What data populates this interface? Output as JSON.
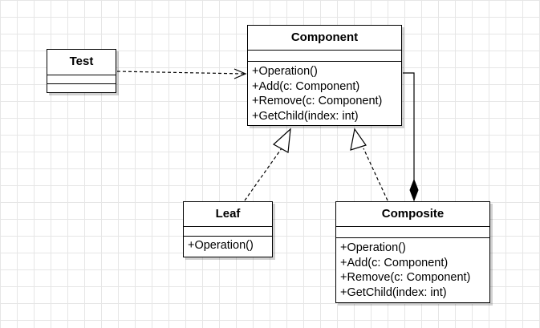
{
  "diagram": {
    "classes": {
      "component": {
        "name": "Component",
        "operations": [
          "+Operation()",
          "+Add(c: Component)",
          "+Remove(c: Component)",
          "+GetChild(index: int)"
        ]
      },
      "test": {
        "name": "Test",
        "operations": []
      },
      "leaf": {
        "name": "Leaf",
        "operations": [
          "+Operation()"
        ]
      },
      "composite": {
        "name": "Composite",
        "operations": [
          "+Operation()",
          "+Add(c: Component)",
          "+Remove(c: Component)",
          "+GetChild(index: int)"
        ]
      }
    },
    "relations": [
      {
        "from": "Test",
        "to": "Component",
        "kind": "dependency"
      },
      {
        "from": "Leaf",
        "to": "Component",
        "kind": "realization"
      },
      {
        "from": "Composite",
        "to": "Component",
        "kind": "realization"
      },
      {
        "from": "Composite",
        "to": "Component",
        "kind": "composition"
      }
    ],
    "colors": {
      "line": "#000000",
      "grid": "#e6e6e6",
      "background": "#ffffff"
    }
  }
}
